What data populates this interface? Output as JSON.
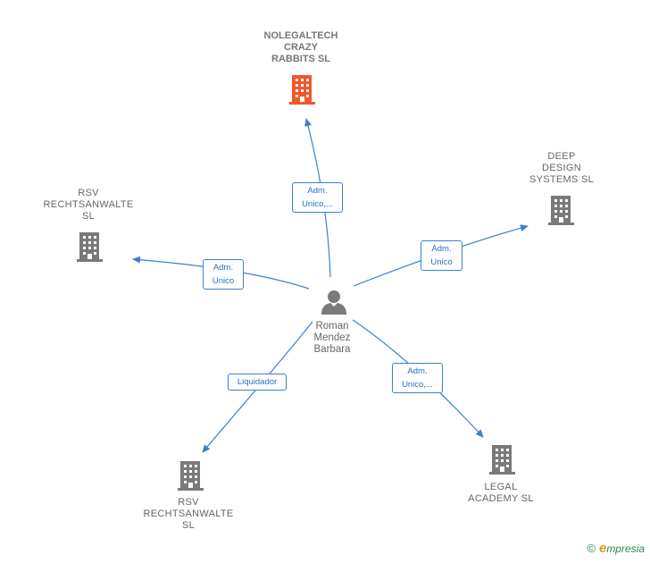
{
  "colors": {
    "edge": "#3b7fd1",
    "building_default": "#7a7a7a",
    "building_highlight": "#f0582a",
    "person": "#7a7a7a"
  },
  "center": {
    "name": "Roman\nMendez\nBarbara",
    "icon": "person-icon"
  },
  "companies": [
    {
      "id": "nolegaltech",
      "name": "NOLEGALTECH\nCRAZY\nRABBITS  SL",
      "icon": "building-icon",
      "highlight": true
    },
    {
      "id": "deep-design",
      "name": "DEEP\nDESIGN\nSYSTEMS  SL",
      "icon": "building-icon",
      "highlight": false
    },
    {
      "id": "rsv-top",
      "name": "RSV\nRECHTSANWALTE\nSL",
      "icon": "building-icon",
      "highlight": false
    },
    {
      "id": "rsv-bottom",
      "name": "RSV\nRECHTSANWALTE\nSL",
      "icon": "building-icon",
      "highlight": false
    },
    {
      "id": "legal-academy",
      "name": "LEGAL\nACADEMY  SL",
      "icon": "building-icon",
      "highlight": false
    }
  ],
  "edges": [
    {
      "to": "nolegaltech",
      "label": "Adm.\nUnico,..."
    },
    {
      "to": "deep-design",
      "label": "Adm.\nUnico"
    },
    {
      "to": "rsv-top",
      "label": "Adm.\nUnico"
    },
    {
      "to": "rsv-bottom",
      "label": "Liquidador"
    },
    {
      "to": "legal-academy",
      "label": "Adm.\nUnico,..."
    }
  ],
  "brand": {
    "copyright": "©",
    "logo_initial": "e",
    "logo_rest": "mpresia"
  }
}
